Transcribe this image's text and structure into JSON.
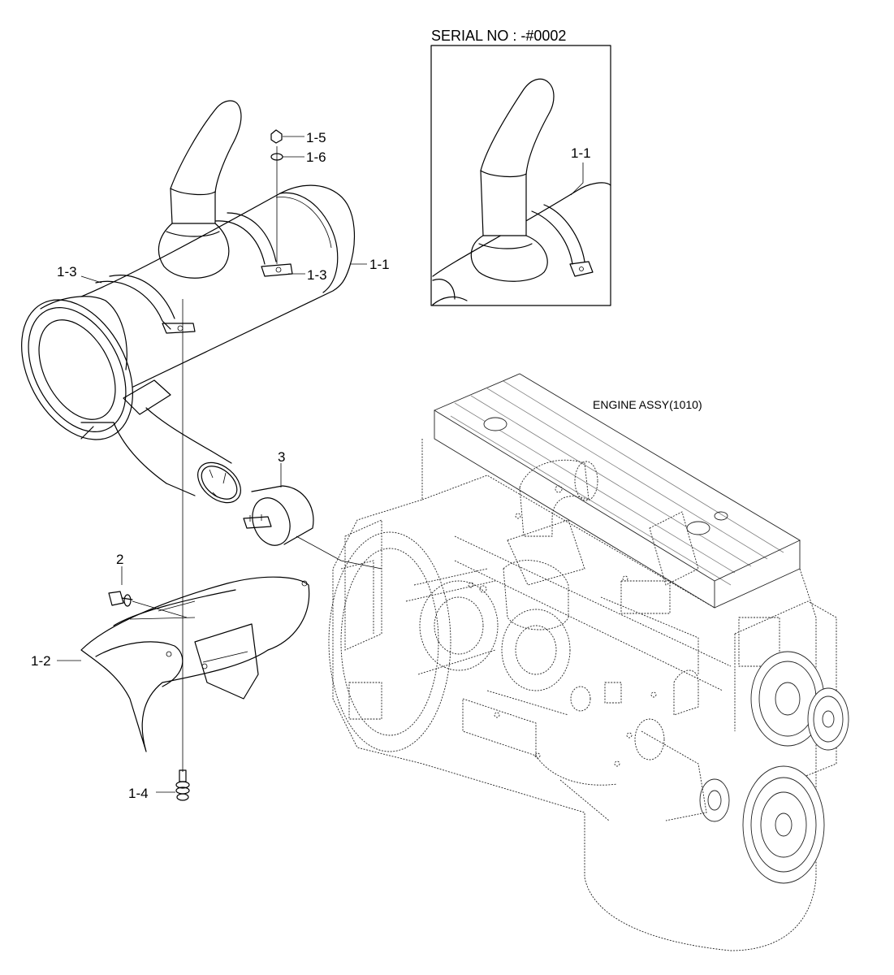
{
  "serial": {
    "text": "SERIAL NO : -#0002"
  },
  "engine": {
    "text": "ENGINE ASSY(1010)"
  },
  "callouts": {
    "c1_5": "1-5",
    "c1_6": "1-6",
    "c1_3a": "1-3",
    "c1_3b": "1-3",
    "c1_1a": "1-1",
    "c1_1b": "1-1",
    "c3": "3",
    "c2": "2",
    "c1_2": "1-2",
    "c1_4": "1-4"
  }
}
